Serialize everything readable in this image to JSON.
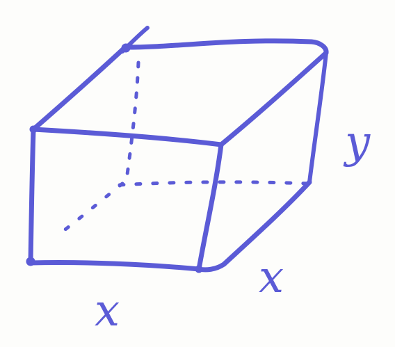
{
  "colors": {
    "ink": "#5b5bd6",
    "paper": "#fdfdfb"
  },
  "labels": {
    "height": "y",
    "depth": "x",
    "width": "x"
  }
}
